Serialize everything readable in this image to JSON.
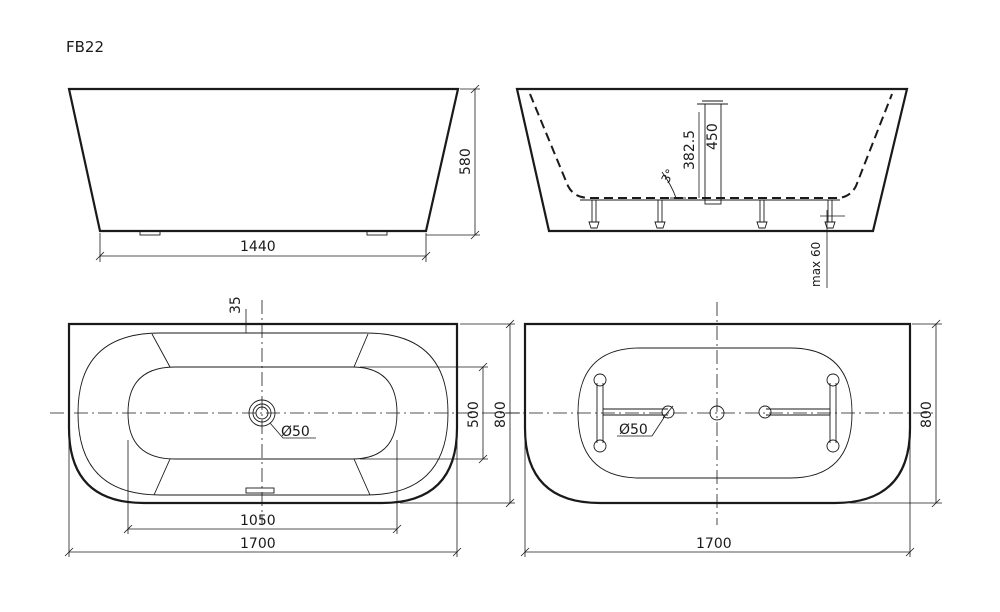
{
  "model": "FB22",
  "dimensions": {
    "length_side": "1440",
    "height": "580",
    "drain_angle": "3°",
    "drain_height_low": "382.5",
    "drain_height_high": "450",
    "feet_max": "max 60",
    "top_edge": "35",
    "inner_width": "500",
    "width_top": "800",
    "inner_length": "1050",
    "length_top": "1700",
    "drain_diameter_top": "Ø50",
    "width_bottom": "800",
    "length_bottom": "1700",
    "drain_diameter_bottom": "Ø50"
  }
}
